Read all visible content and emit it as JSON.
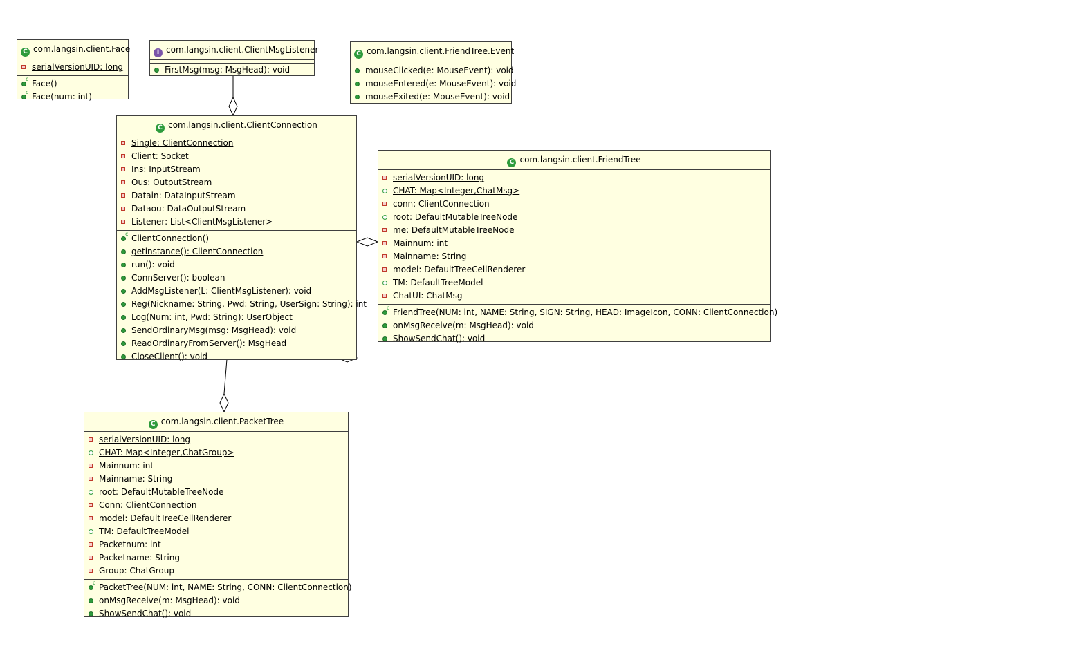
{
  "face": {
    "title": "com.langsin.client.Face",
    "fields": [
      "serialVersionUID: long"
    ],
    "methods": [
      "Face()",
      "Face(num: int)"
    ]
  },
  "listener": {
    "title": "com.langsin.client.ClientMsgListener",
    "methods": [
      "FirstMsg(msg: MsgHead): void"
    ]
  },
  "event": {
    "title": "com.langsin.client.FriendTree.Event",
    "methods": [
      "mouseClicked(e: MouseEvent): void",
      "mouseEntered(e: MouseEvent): void",
      "mouseExited(e: MouseEvent): void"
    ]
  },
  "conn": {
    "title": "com.langsin.client.ClientConnection",
    "fields": [
      "Single: ClientConnection",
      "Client: Socket",
      "Ins: InputStream",
      "Ous: OutputStream",
      "Datain: DataInputStream",
      "Dataou: DataOutputStream",
      "Listener: List<ClientMsgListener>"
    ],
    "methods": [
      "ClientConnection()",
      "getinstance(): ClientConnection",
      "run(): void",
      "ConnServer(): boolean",
      "AddMsgListener(L: ClientMsgListener): void",
      "Reg(Nickname: String, Pwd: String, UserSign: String): int",
      "Log(Num: int, Pwd: String): UserObject",
      "SendOrdinaryMsg(msg: MsgHead): void",
      "ReadOrdinaryFromServer(): MsgHead",
      "CloseClient(): void"
    ]
  },
  "friend": {
    "title": "com.langsin.client.FriendTree",
    "fields": [
      "serialVersionUID: long",
      "CHAT: Map<Integer,ChatMsg>",
      "conn: ClientConnection",
      "root: DefaultMutableTreeNode",
      "me: DefaultMutableTreeNode",
      "Mainnum: int",
      "Mainname: String",
      "model: DefaultTreeCellRenderer",
      "TM: DefaultTreeModel",
      "ChatUI: ChatMsg"
    ],
    "methods": [
      "FriendTree(NUM: int, NAME: String, SIGN: String, HEAD: ImageIcon, CONN: ClientConnection)",
      "onMsgReceive(m: MsgHead): void",
      "ShowSendChat(): void"
    ]
  },
  "packet": {
    "title": "com.langsin.client.PacketTree",
    "fields": [
      "serialVersionUID: long",
      "CHAT: Map<Integer,ChatGroup>",
      "Mainnum: int",
      "Mainname: String",
      "root: DefaultMutableTreeNode",
      "Conn: ClientConnection",
      "model: DefaultTreeCellRenderer",
      "TM: DefaultTreeModel",
      "Packetnum: int",
      "Packetname: String",
      "Group: ChatGroup"
    ],
    "methods": [
      "PacketTree(NUM: int, NAME: String, CONN: ClientConnection)",
      "onMsgReceive(m: MsgHead): void",
      "ShowSendChat(): void"
    ]
  }
}
